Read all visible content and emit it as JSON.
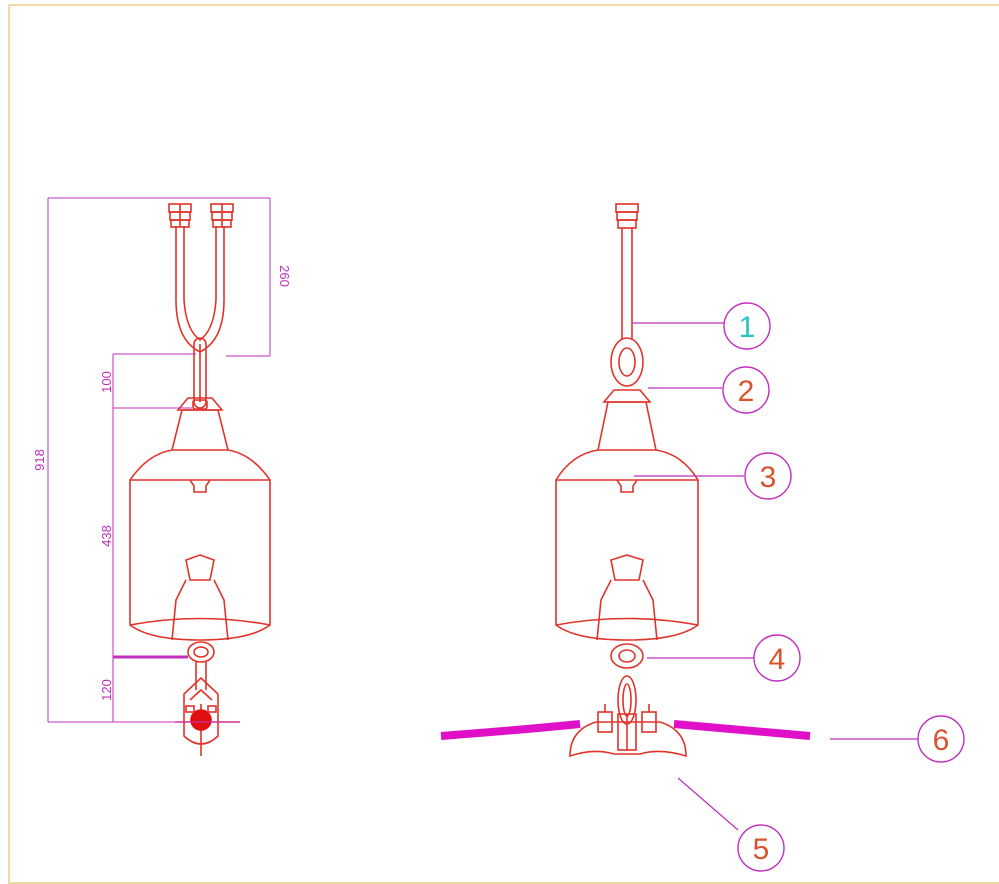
{
  "colors": {
    "frame": "#f1d9a4",
    "hardware": "#e0342a",
    "dimension": "#c02fc0",
    "conductor": "#e010c8",
    "leader": "#c02fc0",
    "callout_text_default": "#d8542e",
    "callout_text_highlight": "#27c4c4",
    "conductor_core": "#e01010"
  },
  "dimensions": {
    "total": "918",
    "top_hardware": "260",
    "link": "100",
    "insulator": "438",
    "clamp": "120"
  },
  "callouts": [
    {
      "label": "1",
      "highlight": true
    },
    {
      "label": "2",
      "highlight": false
    },
    {
      "label": "3",
      "highlight": false
    },
    {
      "label": "4",
      "highlight": false
    },
    {
      "label": "5",
      "highlight": false
    },
    {
      "label": "6",
      "highlight": false
    }
  ]
}
